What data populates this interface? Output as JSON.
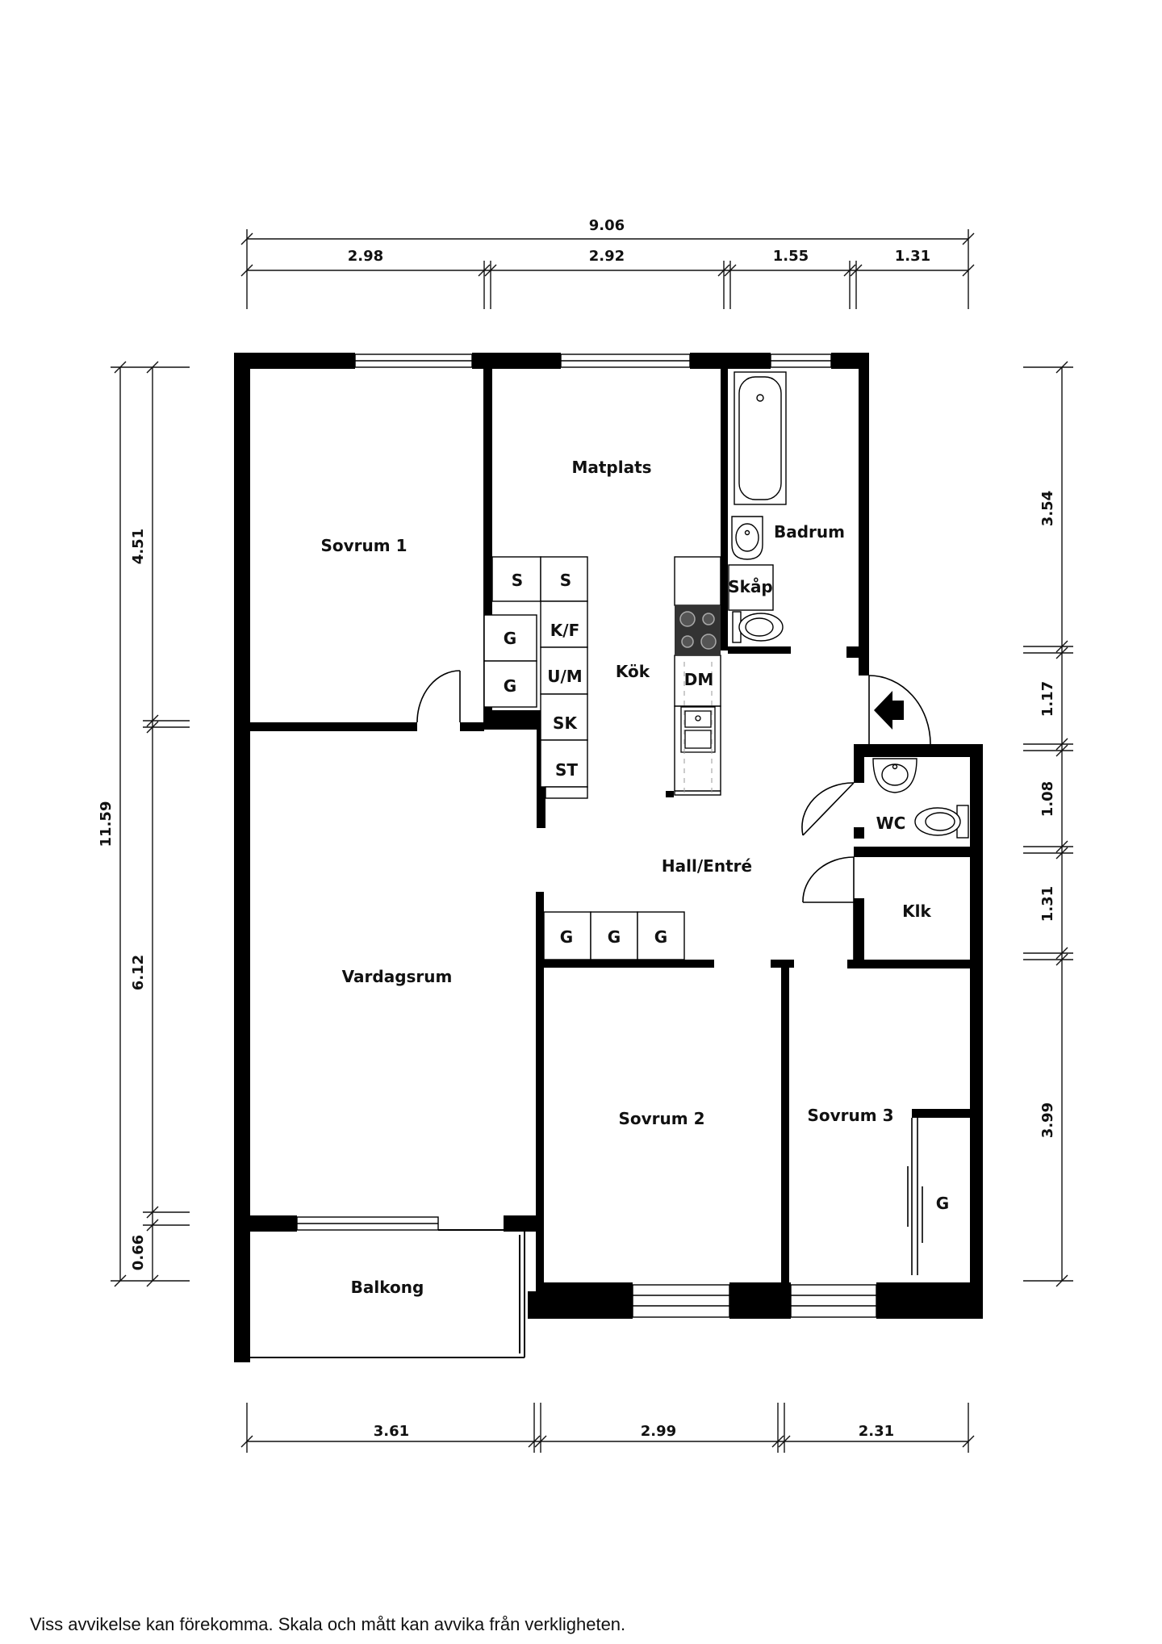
{
  "rooms": {
    "sovrum1": "Sovrum 1",
    "matplats": "Matplats",
    "badrum": "Badrum",
    "skap": "Skåp",
    "kok": "Kök",
    "hall": "Hall/Entré",
    "wc": "WC",
    "klk": "Klk",
    "vardagsrum": "Vardagsrum",
    "sovrum2": "Sovrum 2",
    "sovrum3": "Sovrum 3",
    "balkong": "Balkong"
  },
  "fixtures": {
    "s": "S",
    "g": "G",
    "kf": "K/F",
    "um": "U/M",
    "sk": "SK",
    "st": "ST",
    "dm": "DM"
  },
  "dimensions": {
    "top_total": "9.06",
    "top": [
      "2.98",
      "2.92",
      "1.55",
      "1.31"
    ],
    "left_total": "11.59",
    "left": [
      "4.51",
      "6.12",
      "0.66"
    ],
    "right": [
      "3.54",
      "1.17",
      "1.08",
      "1.31",
      "3.99"
    ],
    "bottom": [
      "3.61",
      "2.99",
      "2.31"
    ]
  },
  "disclaimer": "Viss avvikelse kan förekomma. Skala och mått kan avvika från verkligheten."
}
